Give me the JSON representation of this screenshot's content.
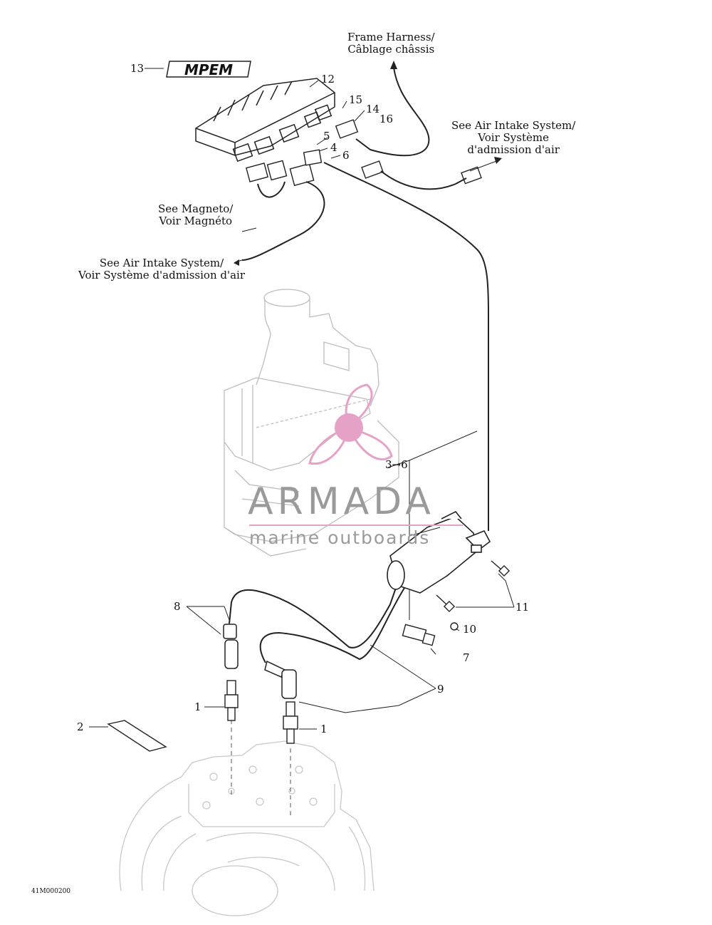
{
  "references": {
    "frame_harness": [
      "Frame Harness/",
      "Câblage châssis"
    ],
    "air_intake_top": [
      "See Air Intake System/",
      "Voir Système",
      "d'admission d'air"
    ],
    "magneto": [
      "See Magneto/",
      "Voir Magnéto"
    ],
    "air_intake_mid": [
      "See Air Intake System/",
      "Voir Système d'admission d'air"
    ]
  },
  "callouts": {
    "n1a": "1",
    "n1b": "1",
    "n2": "2",
    "n36": "3→6",
    "n4": "4",
    "n5": "5",
    "n6": "6",
    "n7": "7",
    "n8": "8",
    "n9": "9",
    "n10": "10",
    "n11": "11",
    "n12": "12",
    "n13": "13",
    "n14": "14",
    "n15": "15",
    "n16": "16"
  },
  "logo": {
    "text": "MPEM"
  },
  "watermark": {
    "title": "ARMADA",
    "subtitle": "marine outboards",
    "accent": "#e6a2c6",
    "text_color": "#9a9a9a"
  },
  "figure_code": "41M000200",
  "colors": {
    "line": "#222222",
    "ghost": "#bdbdbd"
  }
}
